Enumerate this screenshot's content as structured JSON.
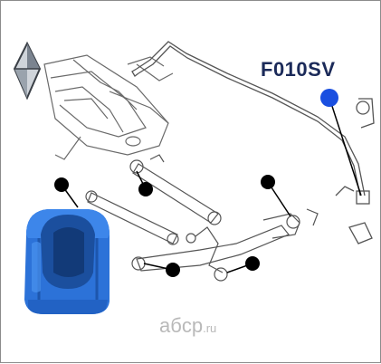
{
  "product": {
    "part_code": "F010SV"
  },
  "watermark": {
    "brand": "aбcp",
    "domain": ".ru"
  },
  "colors": {
    "highlight_marker": "#1a4fe0",
    "bushing": "#2c72d8",
    "diagram_lines": "#555555",
    "callout_marker": "#000000"
  },
  "icons": {
    "brand_logo": "diamond-logo-icon",
    "highlighted_callout": "blue-dot-icon",
    "other_callouts": "black-dot-icon"
  }
}
